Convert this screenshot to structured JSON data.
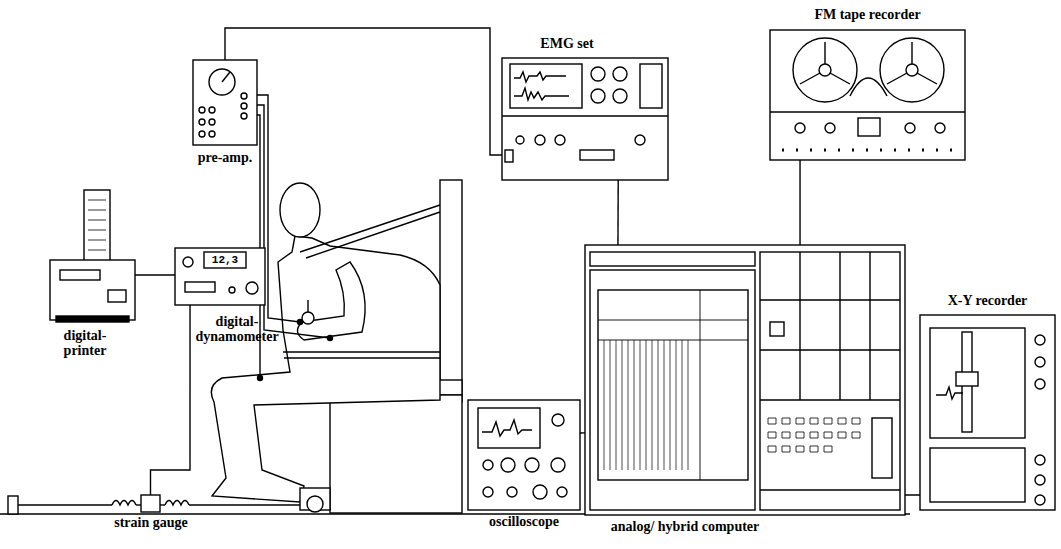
{
  "diagram": {
    "nodes": [
      {
        "text": [
          "FM tape recorder"
        ]
      },
      {
        "text": [
          "EMG set"
        ]
      },
      {
        "text": [
          "pre-amp."
        ]
      },
      {
        "text": [
          "digital- printer"
        ]
      },
      {
        "text": [
          "digital- dynamometer"
        ]
      },
      {
        "text": [
          "X-Y recorder"
        ]
      },
      {
        "text": [
          "strain gauge"
        ]
      },
      {
        "text": [
          "oscilloscope"
        ]
      },
      {
        "text": [
          "analog/ hybrid computer"
        ]
      }
    ],
    "edges": [
      {
        "from": 2,
        "to": 1,
        "arrow": "none"
      },
      {
        "from": 3,
        "to": 4,
        "arrow": "none"
      },
      {
        "from": 4,
        "to": 6,
        "arrow": "none"
      },
      {
        "from": 1,
        "to": 8,
        "arrow": "none"
      },
      {
        "from": 7,
        "to": 8,
        "arrow": "none"
      },
      {
        "from": 0,
        "to": 8,
        "arrow": "none"
      },
      {
        "from": 8,
        "to": 5,
        "arrow": "none"
      }
    ],
    "labels": [
      "12,3"
    ]
  }
}
